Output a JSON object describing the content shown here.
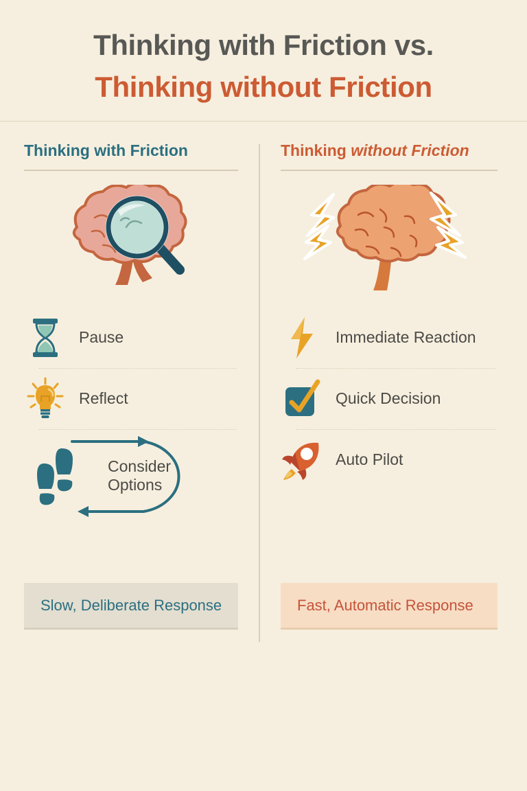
{
  "title": {
    "line1": "Thinking with Friction vs.",
    "line2": "Thinking without Friction"
  },
  "columns": {
    "left": {
      "header_prefix": "Thinking with Friction",
      "hero_icon": "brain-with-magnifier-icon",
      "items": [
        {
          "icon": "hourglass-icon",
          "label": "Pause"
        },
        {
          "icon": "lightbulb-icon",
          "label": "Reflect"
        },
        {
          "icon": "footprints-loop-icon",
          "label_line1": "Consider",
          "label_line2": "Options"
        }
      ],
      "summary": "Slow, Deliberate Response"
    },
    "right": {
      "header_prefix": "Thinking ",
      "header_italic": "without Friction",
      "hero_icon": "brain-with-lightning-icon",
      "items": [
        {
          "icon": "lightning-bolt-icon",
          "label": "Immediate Reaction"
        },
        {
          "icon": "checkbox-check-icon",
          "label": "Quick Decision"
        },
        {
          "icon": "rocket-icon",
          "label": "Auto Pilot"
        }
      ],
      "summary": "Fast, Automatic Response"
    }
  },
  "colors": {
    "background": "#f6efdf",
    "title_dark": "#585855",
    "accent_orange": "#cc5b33",
    "accent_teal": "#2b6f80",
    "accent_amber": "#e8a327",
    "brain_left": "#e8a899",
    "brain_right": "#e89a6a",
    "summary_left_bg": "#e3ded0",
    "summary_right_bg": "#f7ddc4",
    "label_text": "#4b4a46"
  }
}
